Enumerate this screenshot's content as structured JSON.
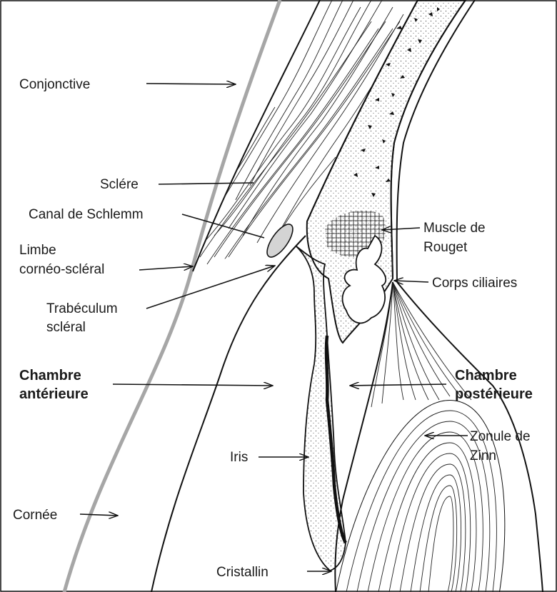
{
  "labels": {
    "conjonctive": "Conjonctive",
    "sclere": "Sclére",
    "canal": "Canal de Schlemm",
    "limbe_1": "Limbe",
    "limbe_2": "cornéo-scléral",
    "trabeculum_1": "Trabéculum",
    "trabeculum_2": "scléral",
    "chambre_ant_1": "Chambre",
    "chambre_ant_2": "antérieure",
    "muscle_1": "Muscle de",
    "muscle_2": "Rouget",
    "corps": "Corps ciliaires",
    "chambre_post_1": "Chambre",
    "chambre_post_2": "postérieure",
    "zonule_1": "Zonule de",
    "zonule_2": "Zinn",
    "iris": "Iris",
    "cornee": "Cornée",
    "cristallin": "Cristallin"
  },
  "colors": {
    "ink": "#111111",
    "conjunctiva": "#a6a6a6",
    "canal_fill": "#d4d4d4",
    "background": "#ffffff"
  }
}
